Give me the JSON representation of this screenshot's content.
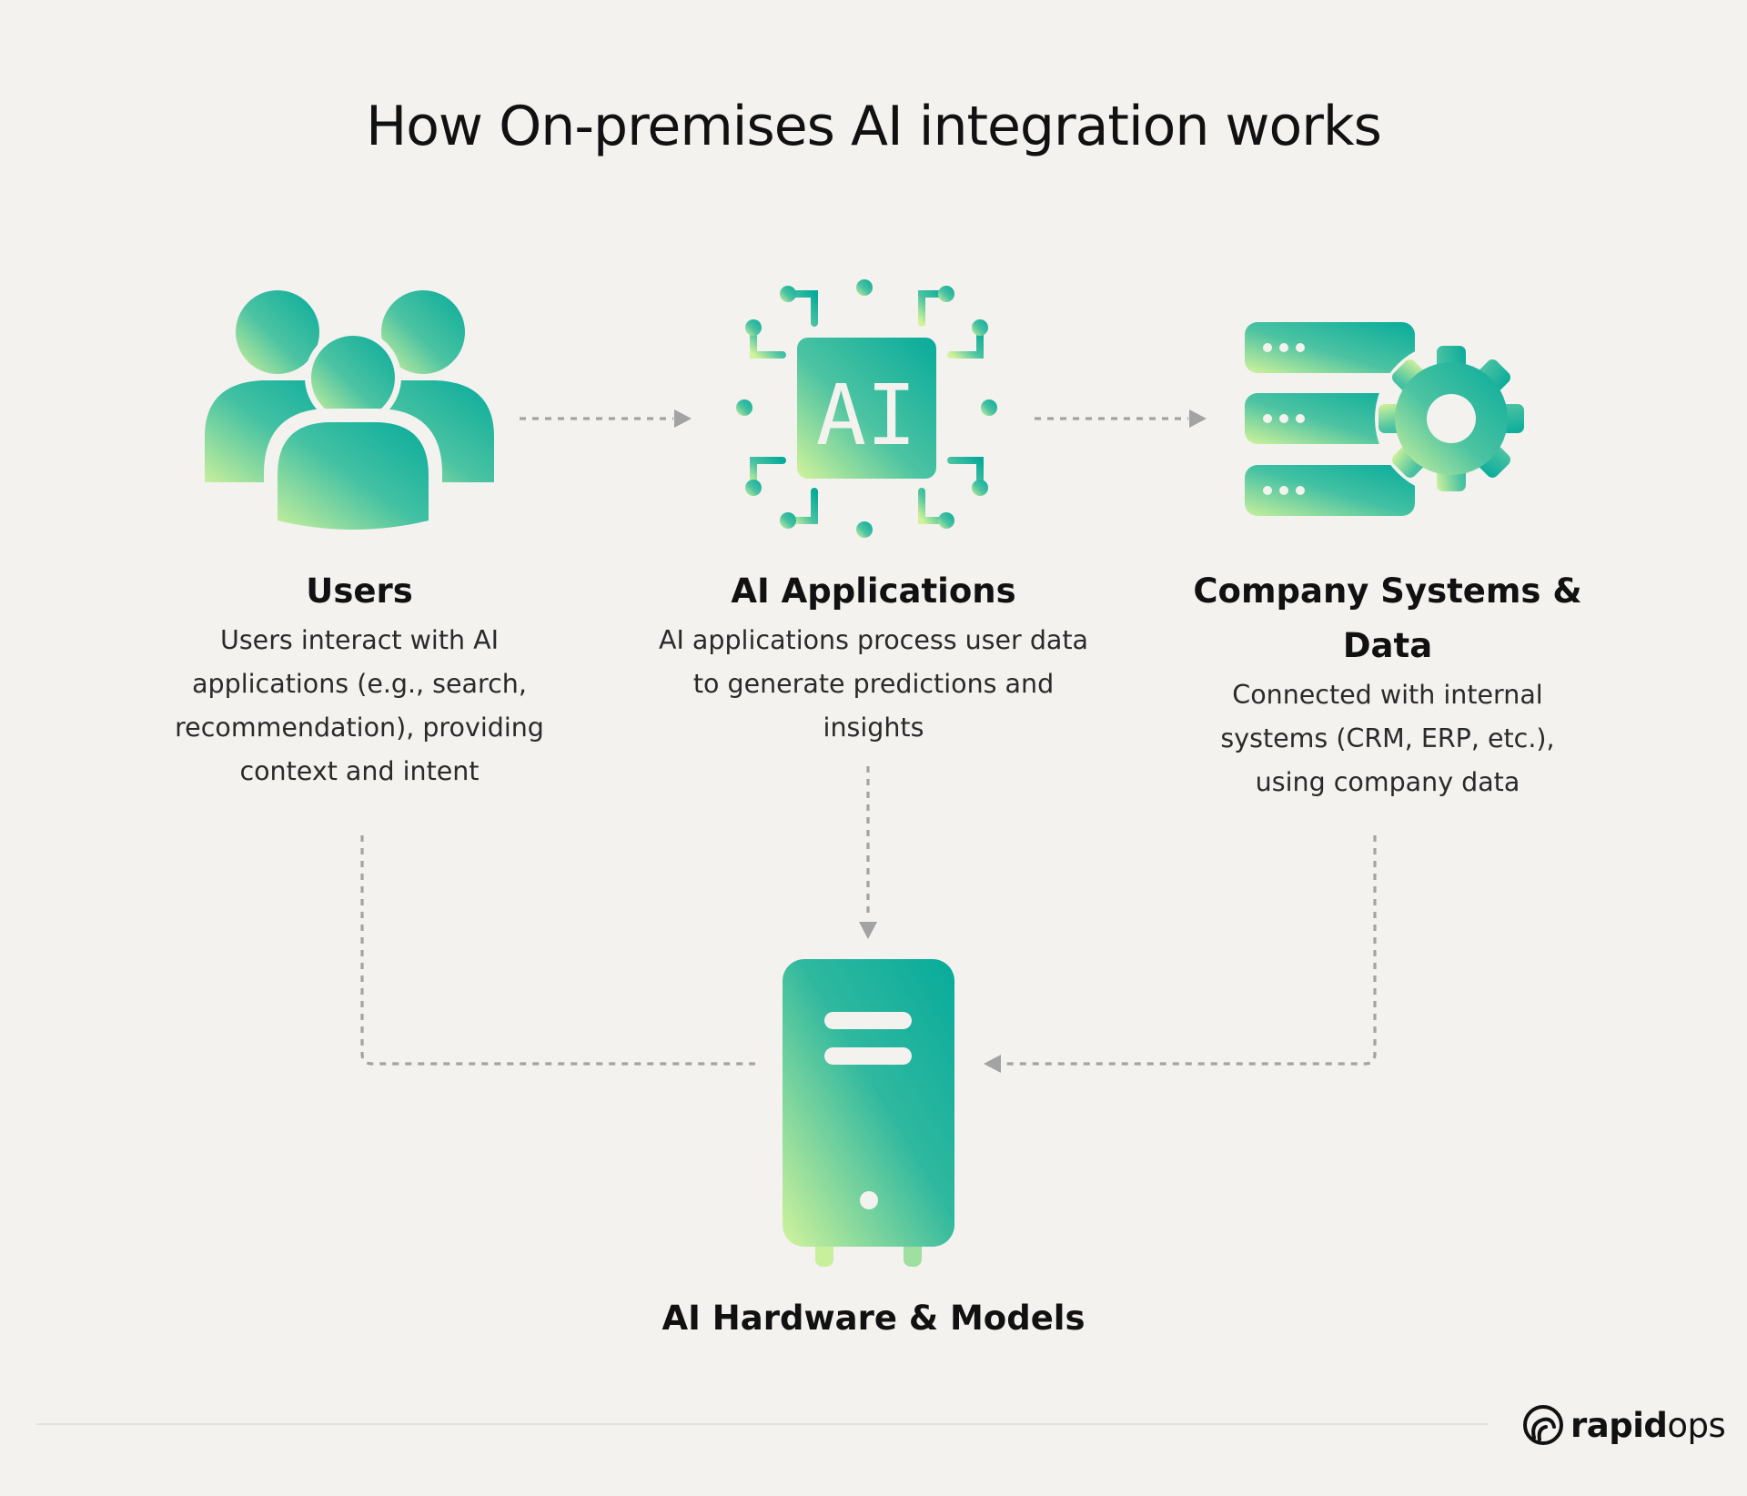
{
  "title": "How On-premises AI integration works",
  "colors": {
    "teal": "#08ab9b",
    "teal_light": "#3ec0a4",
    "lime": "#d2f39b",
    "arrow": "#9b9b9b",
    "background": "#f3f2ee"
  },
  "nodes": {
    "users": {
      "icon": "users-group-icon",
      "title": "Users",
      "description": "Users interact with AI applications (e.g., search, recommendation), providing context and intent"
    },
    "ai_applications": {
      "icon": "ai-chip-icon",
      "icon_text": "AI",
      "title": "AI Applications",
      "description": "AI applications process user data to generate predictions and insights"
    },
    "company_systems": {
      "icon": "database-gear-icon",
      "title": "Company Systems & Data",
      "description": "Connected with internal systems (CRM, ERP, etc.), using company data"
    },
    "hardware": {
      "icon": "server-tower-icon",
      "title": "AI Hardware & Models"
    }
  },
  "connections": [
    {
      "from": "Users",
      "to": "AI Applications"
    },
    {
      "from": "AI Applications",
      "to": "Company Systems & Data"
    },
    {
      "from": "AI Applications",
      "to": "AI Hardware & Models"
    },
    {
      "from": "Users",
      "to": "AI Hardware & Models"
    },
    {
      "from": "Company Systems & Data",
      "to": "AI Hardware & Models"
    }
  ],
  "brand": {
    "logo_icon": "rapidops-swirl-icon",
    "name_bold": "rapid",
    "name_light": "ops"
  }
}
